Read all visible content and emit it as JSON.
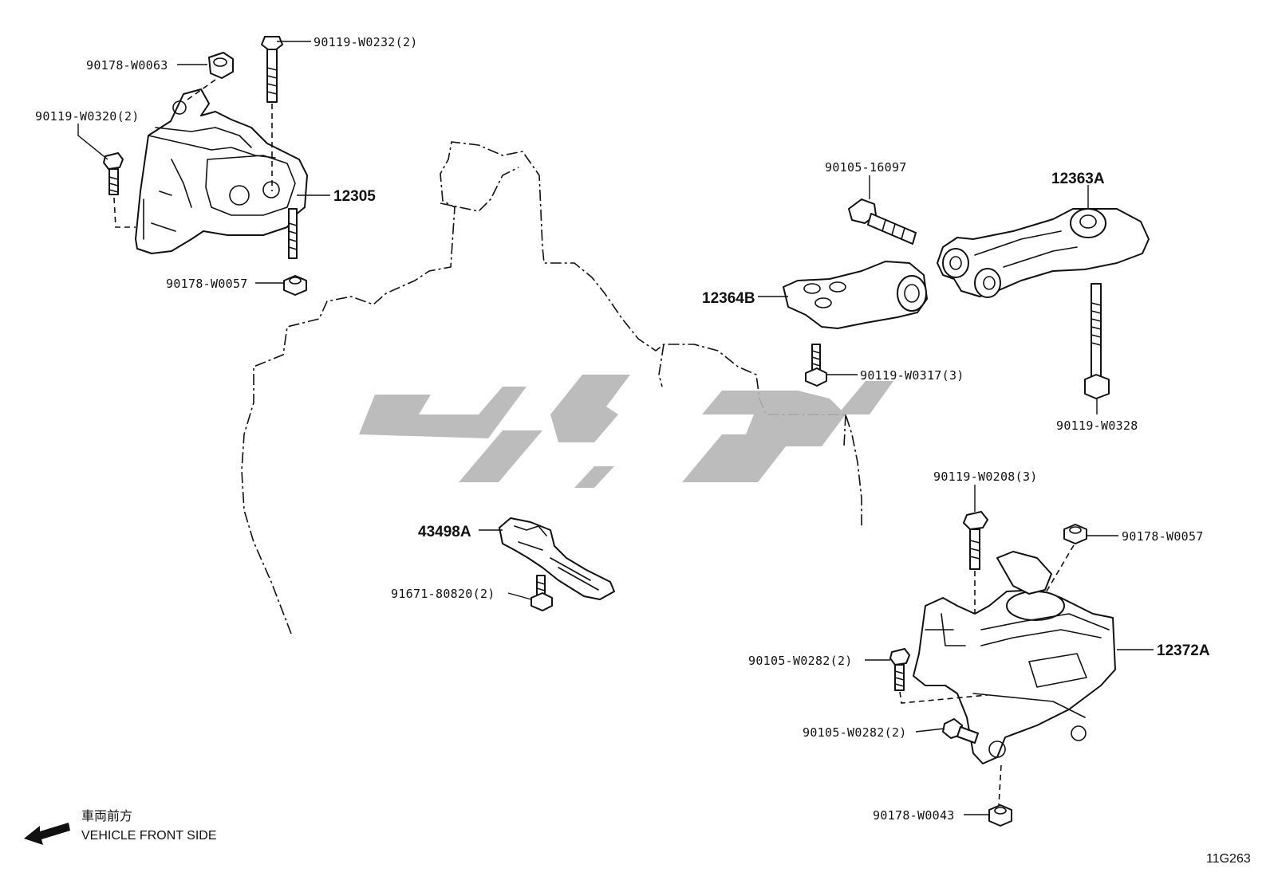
{
  "diagram": {
    "labels": {
      "l_90119_W0232": "90119-W0232(2)",
      "l_90178_W0063": "90178-W0063",
      "l_90119_W0320": "90119-W0320(2)",
      "l_12305": "12305",
      "l_90178_W0057_a": "90178-W0057",
      "l_90105_16097": "90105-16097",
      "l_12363A": "12363A",
      "l_12364B": "12364B",
      "l_90119_W0317": "90119-W0317(3)",
      "l_90119_W0328": "90119-W0328",
      "l_90119_W0208": "90119-W0208(3)",
      "l_90178_W0057_b": "90178-W0057",
      "l_43498A": "43498A",
      "l_91671_80820": "91671-80820(2)",
      "l_12372A": "12372A",
      "l_90105_W0282_a": "90105-W0282(2)",
      "l_90105_W0282_b": "90105-W0282(2)",
      "l_90178_W0043": "90178-W0043"
    },
    "front_indicator": {
      "japanese": "車両前方",
      "english": "VEHICLE FRONT SIDE"
    },
    "figure_code": "11G263",
    "colors": {
      "line": "#111111",
      "watermark": "#b5b5b5",
      "background": "#ffffff"
    },
    "icons": [
      "front-arrow-icon",
      "watermark-logo"
    ]
  }
}
